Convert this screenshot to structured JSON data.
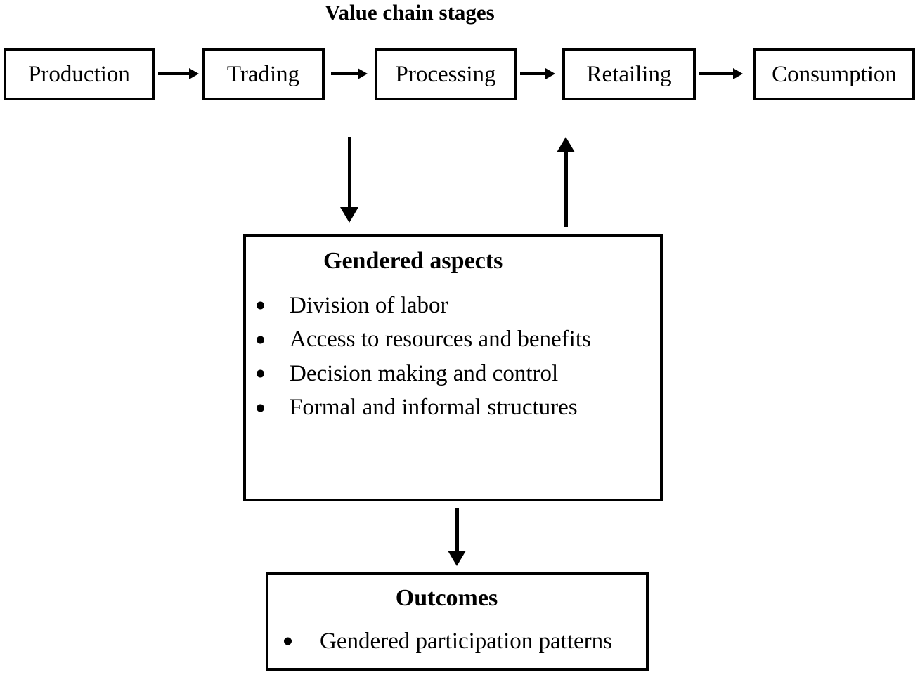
{
  "title": "Value chain stages",
  "stages": [
    {
      "label": "Production"
    },
    {
      "label": "Trading"
    },
    {
      "label": "Processing"
    },
    {
      "label": "Retailing"
    },
    {
      "label": "Consumption"
    }
  ],
  "aspects": {
    "heading": "Gendered aspects",
    "items": [
      "Division of labor",
      "Access to resources and benefits",
      "Decision making and control",
      "Formal and informal structures"
    ]
  },
  "outcomes": {
    "heading": "Outcomes",
    "items": [
      "Gendered participation patterns"
    ]
  },
  "icons": {
    "right-arrow": "→",
    "down-arrow": "↓",
    "up-arrow": "↑",
    "bullet": "•"
  },
  "colors": {
    "line": "#000000",
    "background": "#ffffff",
    "text": "#000000"
  }
}
